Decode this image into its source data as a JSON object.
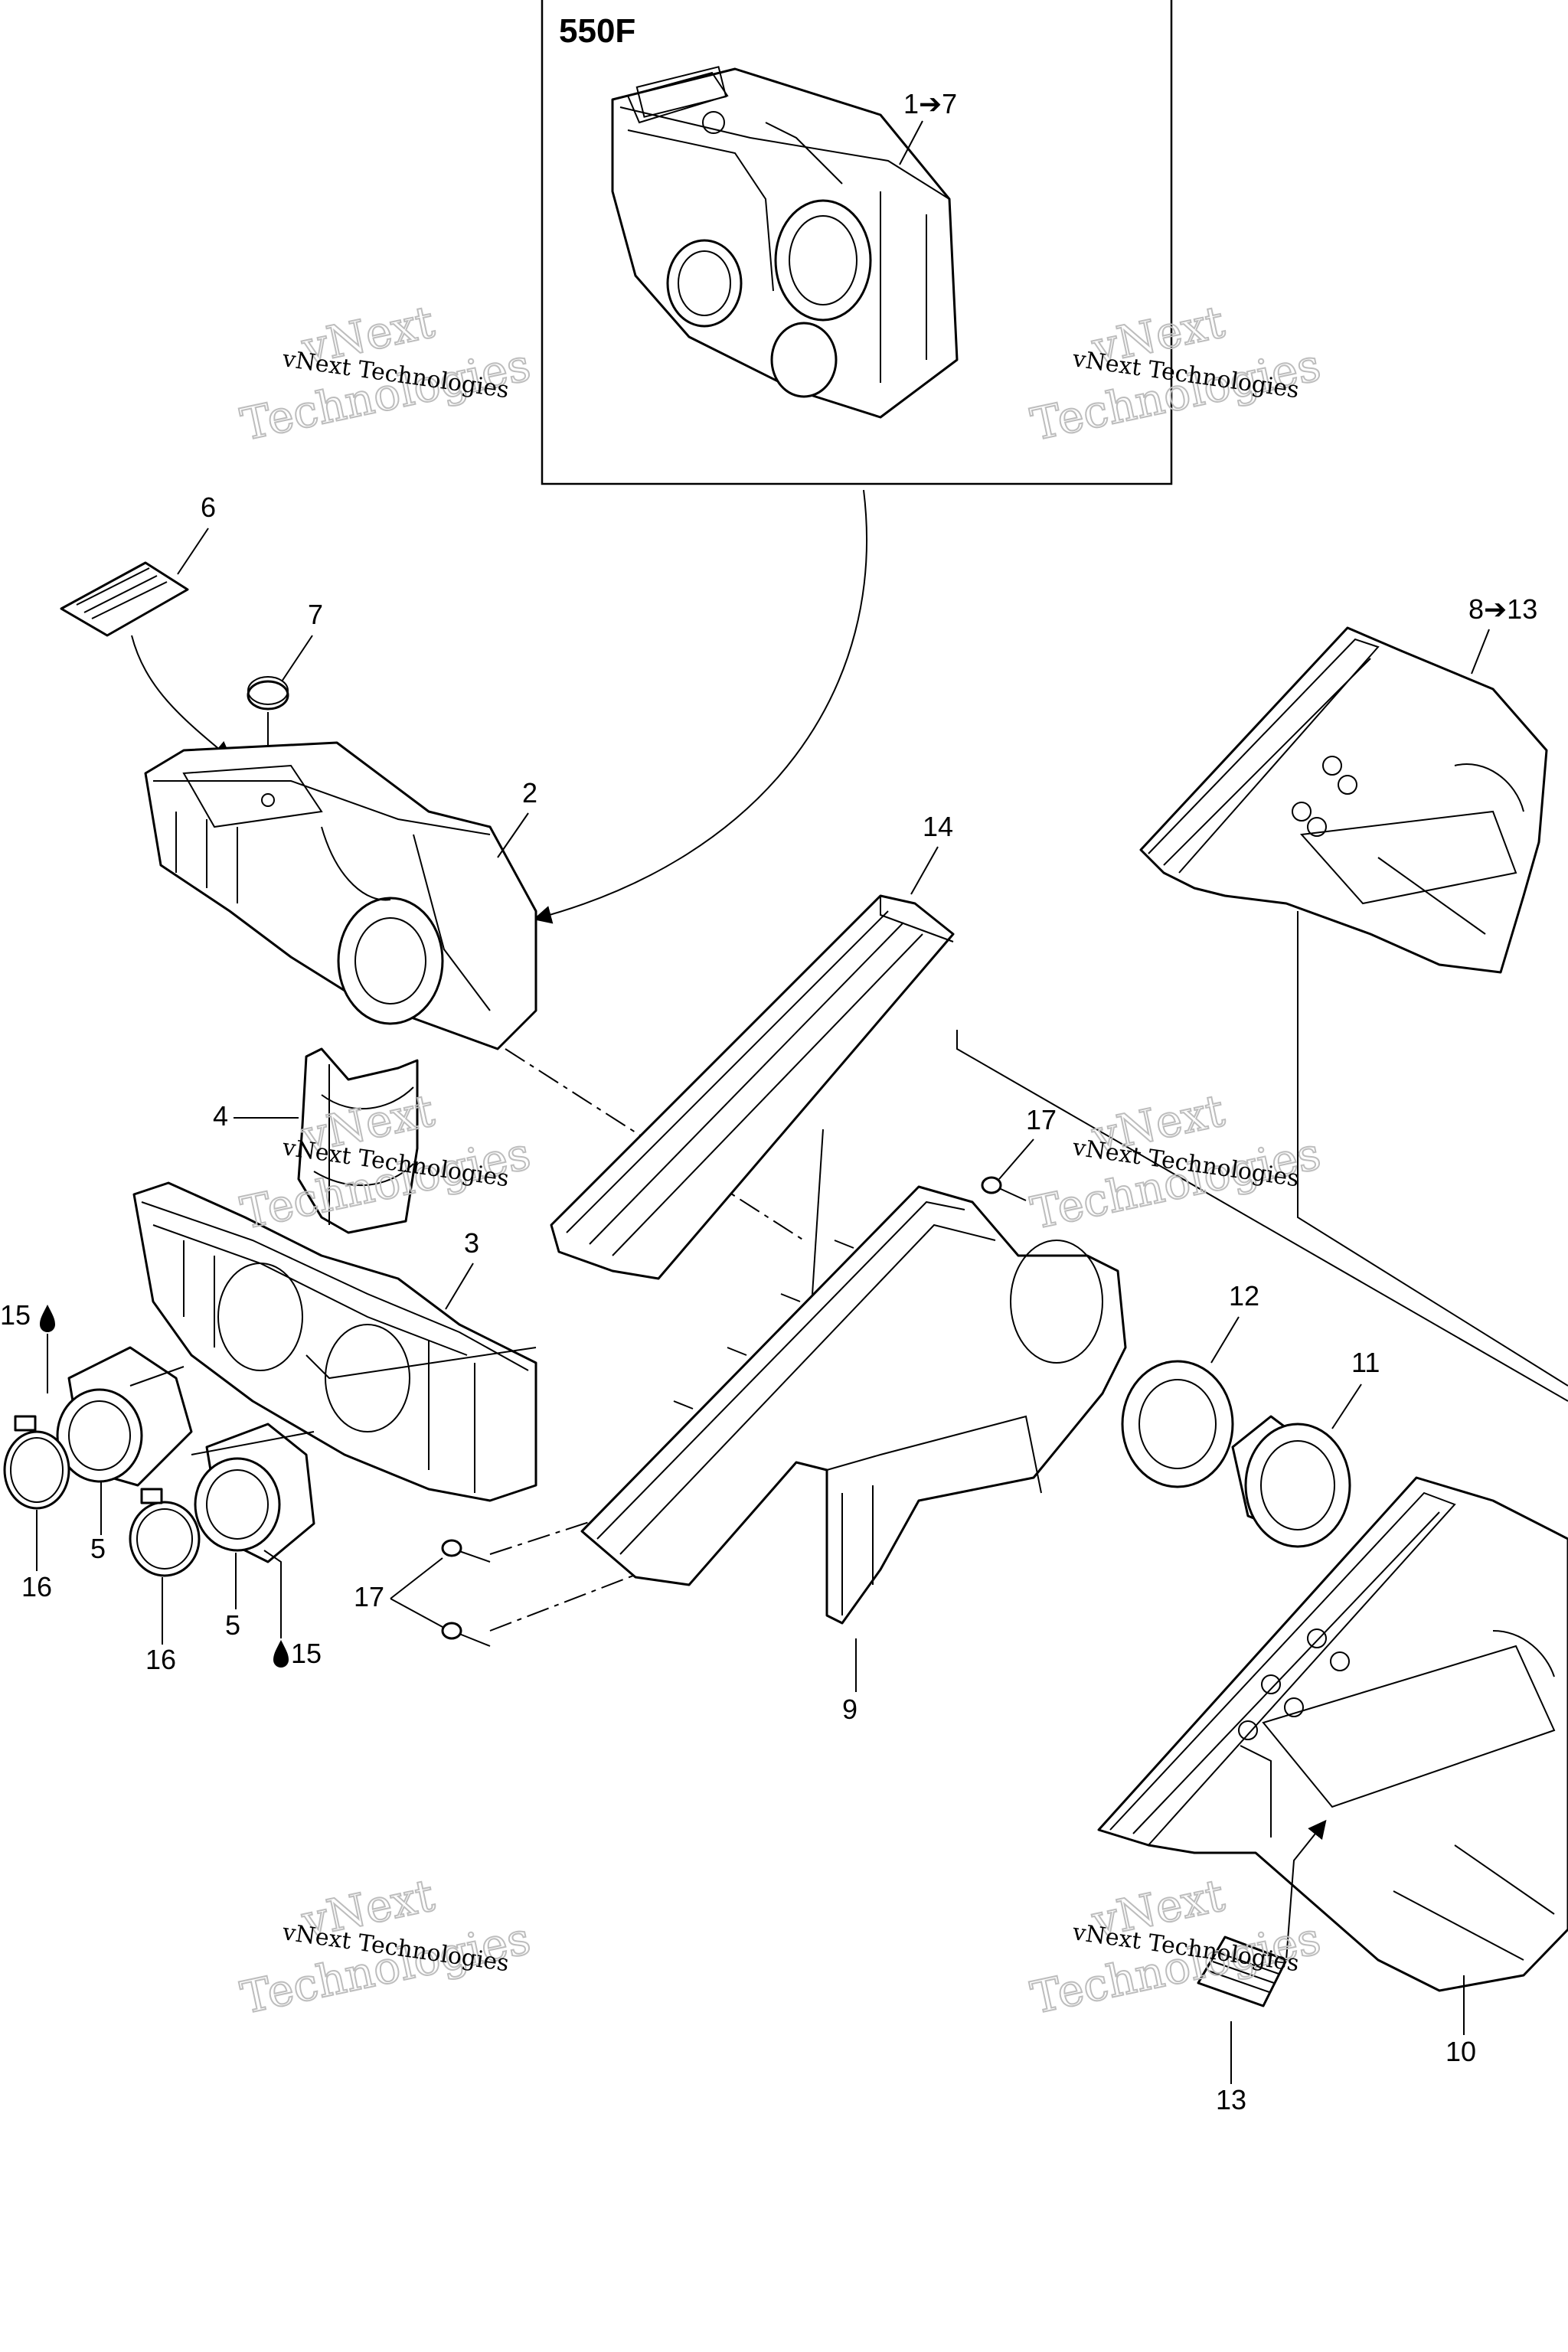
{
  "diagram": {
    "variant_label": "550F",
    "watermark": {
      "line1": "vNext Technologies",
      "line2": "Technologies",
      "overlay": "vNext"
    },
    "callouts": {
      "c1_7": "1➔7",
      "c2": "2",
      "c3": "3",
      "c4": "4",
      "c5a": "5",
      "c5b": "5",
      "c6": "6",
      "c7": "7",
      "c8_13": "8➔13",
      "c9": "9",
      "c10": "10",
      "c11": "11",
      "c12": "12",
      "c13": "13",
      "c14": "14",
      "c15a": "15",
      "c15b": "15",
      "c16a": "16",
      "c16b": "16",
      "c17a": "17",
      "c17b": "17"
    }
  }
}
